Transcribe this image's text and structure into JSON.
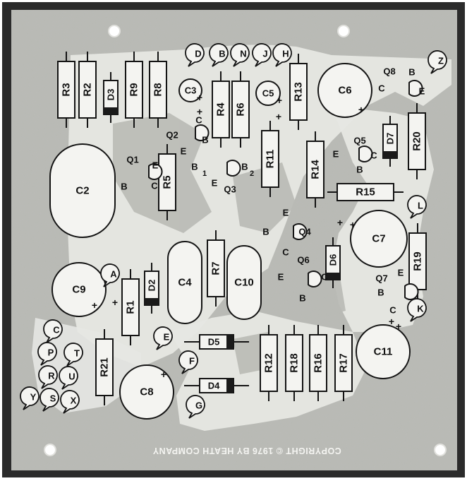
{
  "copyright": "COPYRIGHT © 1976 BY HEATH COMPANY",
  "colors": {
    "board": "#b9bab5",
    "trace": "#e6e7e3",
    "component_fill": "#f4f4f1",
    "outline": "#141414",
    "band": "#1a1a1a"
  },
  "resistors": [
    "R3",
    "R2",
    "R9",
    "R8",
    "R4",
    "R6",
    "R13",
    "R11",
    "R14",
    "R20",
    "R15",
    "R5",
    "R7",
    "R19",
    "R1",
    "R21",
    "R12",
    "R18",
    "R16",
    "R17"
  ],
  "capacitors": [
    "C2",
    "C3",
    "C5",
    "C6",
    "C7",
    "C9",
    "C4",
    "C10",
    "C8",
    "C11"
  ],
  "diodes": [
    "D3",
    "D7",
    "D6",
    "D2",
    "D5",
    "D4"
  ],
  "transistors": {
    "Q1": {
      "label": "Q1",
      "pins": [
        "E",
        "B",
        "C"
      ]
    },
    "Q2": {
      "label": "Q2",
      "pins": [
        "C",
        "E",
        "B"
      ]
    },
    "Q3": {
      "label": "Q3",
      "pins": [
        "B",
        "1",
        "B",
        "2",
        "E"
      ]
    },
    "Q4": {
      "label": "Q4",
      "pins": [
        "E",
        "B",
        "C"
      ]
    },
    "Q5": {
      "label": "Q5",
      "pins": [
        "E",
        "C",
        "B"
      ]
    },
    "Q6": {
      "label": "Q6",
      "pins": [
        "E",
        "C",
        "B"
      ]
    },
    "Q7": {
      "label": "Q7",
      "pins": [
        "E",
        "B",
        "C"
      ]
    },
    "Q8": {
      "label": "Q8",
      "pins": [
        "B",
        "C",
        "E"
      ]
    }
  },
  "connection_points": [
    "D",
    "B",
    "N",
    "J",
    "H",
    "Z",
    "L",
    "K",
    "A",
    "E",
    "F",
    "G",
    "C",
    "P",
    "T",
    "R",
    "U",
    "Y",
    "S",
    "X"
  ],
  "plus": "+"
}
